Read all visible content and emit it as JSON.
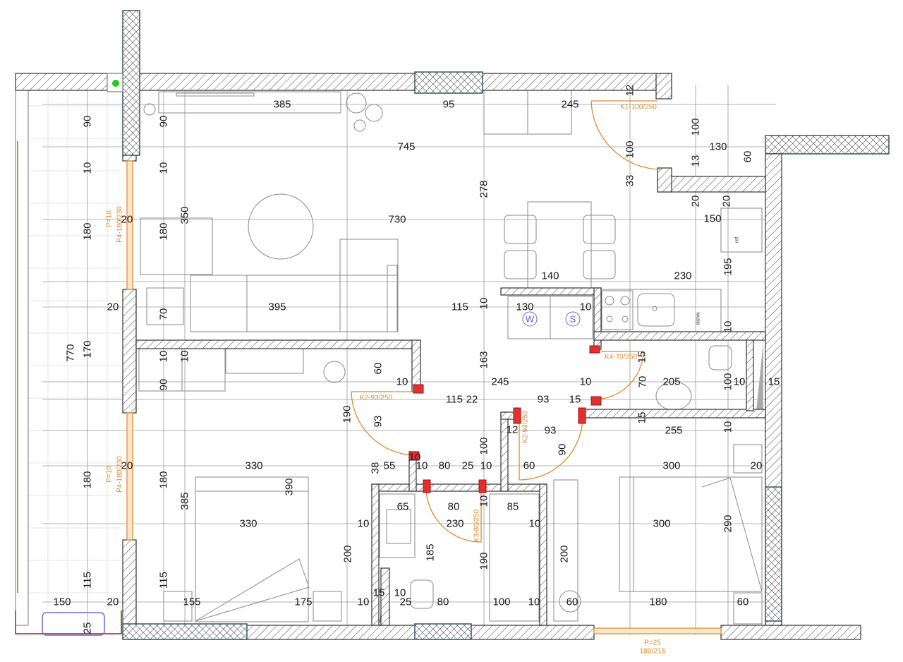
{
  "plan": {
    "dimension_labels": [
      "385",
      "95",
      "245",
      "12",
      "100",
      "745",
      "130",
      "60",
      "100",
      "13",
      "33",
      "20",
      "20",
      "278",
      "90",
      "90",
      "10",
      "10",
      "20",
      "180",
      "180",
      "350",
      "730",
      "150",
      "195",
      "140",
      "230",
      "20",
      "70",
      "395",
      "115",
      "10",
      "130",
      "10",
      "770",
      "170",
      "10",
      "10",
      "90",
      "60",
      "163",
      "10",
      "15",
      "10",
      "245",
      "10",
      "70",
      "205",
      "100",
      "10",
      "15",
      "115",
      "22",
      "93",
      "15",
      "190",
      "93",
      "15",
      "10",
      "12",
      "93",
      "255",
      "100",
      "90",
      "10",
      "20",
      "180",
      "180",
      "330",
      "38",
      "55",
      "10",
      "80",
      "25",
      "10",
      "60",
      "300",
      "20",
      "385",
      "390",
      "65",
      "80",
      "85",
      "10",
      "330",
      "10",
      "230",
      "10",
      "300",
      "290",
      "200",
      "185",
      "190",
      "200",
      "115",
      "115",
      "150",
      "20",
      "155",
      "175",
      "10",
      "15",
      "10",
      "25",
      "80",
      "100",
      "10",
      "60",
      "180",
      "60",
      "25"
    ],
    "door_window_labels": [
      "K1-100/250",
      "P=10",
      "P4-180/230",
      "K4-70/250",
      "K2-93/250",
      "K2-93/250",
      "P=10",
      "P4-180/230",
      "K3-80/250",
      "P=25",
      "180/215"
    ],
    "appliance_labels": {
      "washer": "W",
      "dryer": "S",
      "dishwasher": "dishw.",
      "fridge": "ref"
    },
    "colors": {
      "wall_hatch": "#333333",
      "structural_wall": "#2f4f4f",
      "door_window": "#e0892e",
      "door_frame": "#e03030",
      "riser_marker": "#22cc22"
    }
  }
}
